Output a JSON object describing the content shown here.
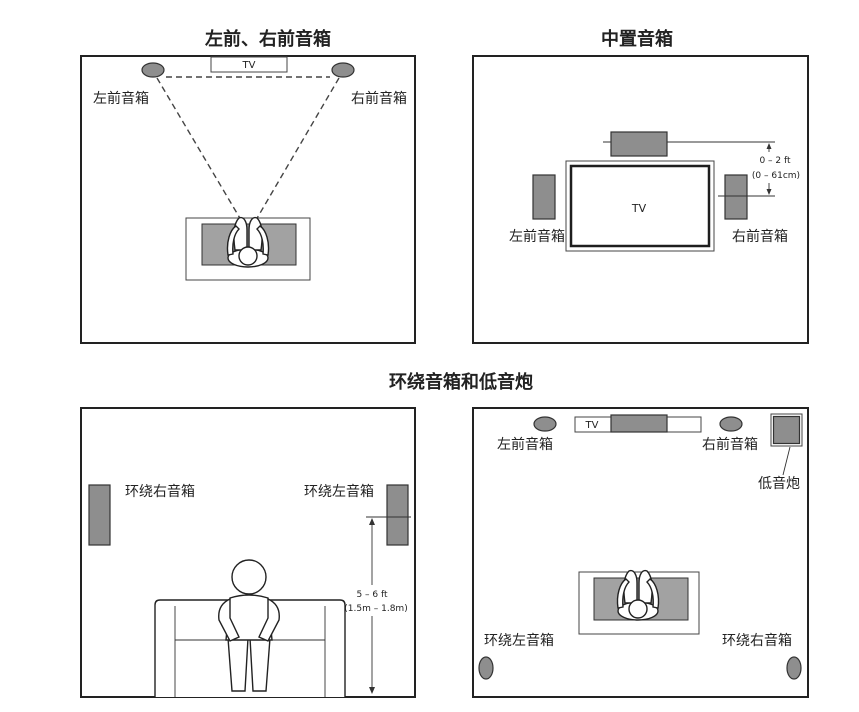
{
  "front": {
    "title": "左前、右前音箱",
    "tv": "TV",
    "left_label": "左前音箱",
    "right_label": "右前音箱"
  },
  "center": {
    "title": "中置音箱",
    "tv": "TV",
    "left_label": "左前音箱",
    "right_label": "右前音箱",
    "distance": "0 – 2 ft",
    "distance_metric": "(0 – 61cm)"
  },
  "surround": {
    "title": "环绕音箱和低音炮",
    "side_view": {
      "left_label": "环绕右音箱",
      "right_label": "环绕左音箱",
      "height": "5 – 6 ft",
      "height_metric": "(1.5m – 1.8m)"
    },
    "top_view": {
      "tv": "TV",
      "front_left_label": "左前音箱",
      "front_right_label": "右前音箱",
      "subwoofer_label": "低音炮",
      "surround_left_label": "环绕左音箱",
      "surround_right_label": "环绕右音箱"
    }
  },
  "colors": {
    "speaker": "#8e8e8e",
    "seat": "#a2a2a2",
    "line": "#222222"
  }
}
